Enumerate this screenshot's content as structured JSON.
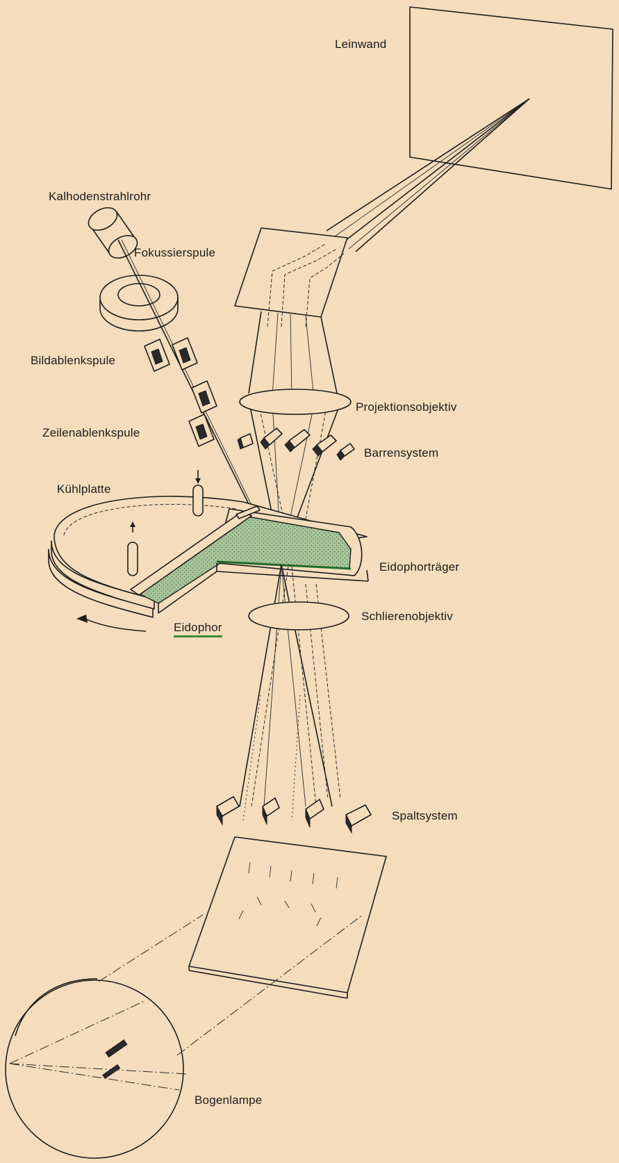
{
  "labels": {
    "leinwand": "Leinwand",
    "kathodenstrahlrohr": "Kalhodenstrahlrohr",
    "fokussierspule": "Fokussierspule",
    "bildablenkspule": "Bildablenkspule",
    "zeilenablenkspule": "Zeilenablenkspule",
    "projektionsobjektiv": "Projektionsobjektiv",
    "barrensystem": "Barrensystem",
    "kuehlplatte": "Kühlplatte",
    "eidophortraeger": "Eidophorträger",
    "schlierenobjektiv": "Schlierenobjektiv",
    "eidophor": "Eidophor",
    "spaltsystem": "Spaltsystem",
    "bogenlampe": "Bogenlampe"
  },
  "colors": {
    "paper": "#f4dcbc",
    "ink": "#1d1d1d",
    "eidophor_green": "#a8c49a",
    "underline_green": "#3f8a3c"
  }
}
